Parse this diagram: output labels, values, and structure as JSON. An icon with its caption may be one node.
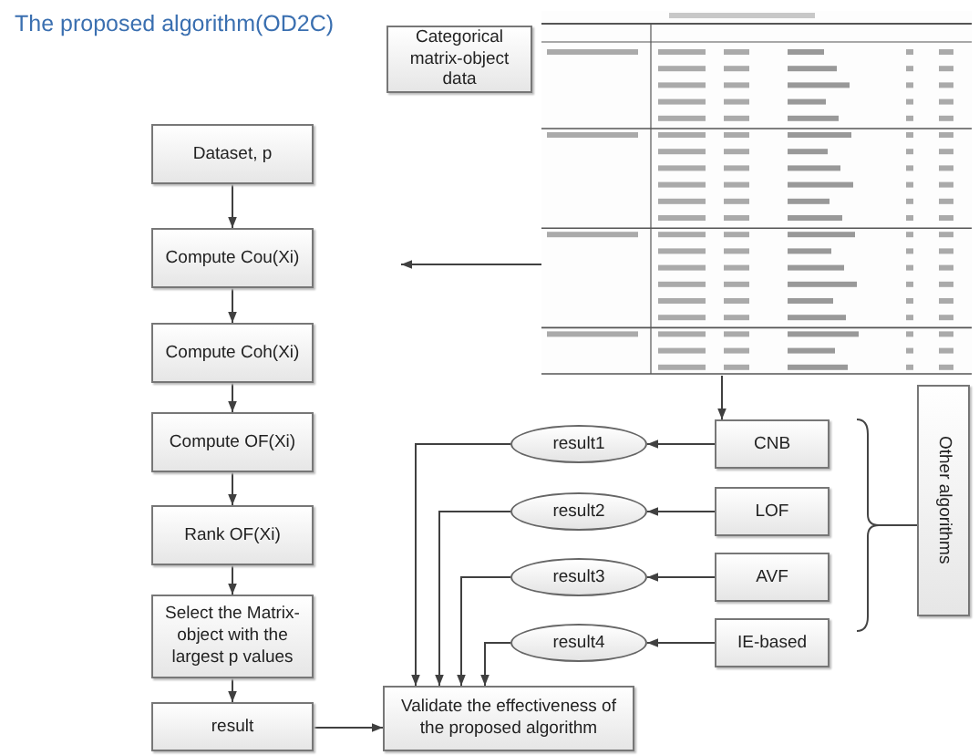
{
  "diagram": {
    "title": "The proposed algorithm(OD2C)",
    "nodes": [
      {
        "text": [
          "Categorical matrix-object data"
        ]
      },
      {
        "text": [],
        "shape": "picture"
      },
      {
        "text": [
          "Dataset, p"
        ]
      },
      {
        "text": [
          "Compute Cou(Xi)"
        ]
      },
      {
        "text": [
          "Compute Coh(Xi)"
        ]
      },
      {
        "text": [
          "Compute OF(Xi)"
        ]
      },
      {
        "text": [
          "Rank OF(Xi)"
        ]
      },
      {
        "text": [
          "Select the Matrix-object with the largest p values"
        ]
      },
      {
        "text": [
          "result1"
        ]
      },
      {
        "text": [
          "CNB"
        ]
      },
      {
        "text": [
          "result2"
        ]
      },
      {
        "text": [
          "LOF"
        ]
      },
      {
        "text": [
          "result3"
        ]
      },
      {
        "text": [
          "AVF"
        ]
      },
      {
        "text": [
          "Other algorithms"
        ]
      },
      {
        "text": [
          "result4"
        ]
      },
      {
        "text": [
          "IE-based"
        ]
      },
      {
        "text": [
          "result"
        ]
      },
      {
        "text": [
          "Validate the effectiveness of the proposed algorithm"
        ]
      }
    ],
    "edges": [
      {
        "from": 1,
        "to": null,
        "arrow": "to"
      },
      {
        "from": 1,
        "to": 9,
        "arrow": "to"
      },
      {
        "from": 2,
        "to": 3,
        "arrow": "to"
      },
      {
        "from": 3,
        "to": 4,
        "arrow": "to"
      },
      {
        "from": 4,
        "to": 5,
        "arrow": "to"
      },
      {
        "from": 5,
        "to": 6,
        "arrow": "to"
      },
      {
        "from": 6,
        "to": 7,
        "arrow": "to"
      },
      {
        "from": 7,
        "to": 17,
        "arrow": "to"
      },
      {
        "from": 9,
        "to": 8,
        "arrow": "to"
      },
      {
        "from": 11,
        "to": 10,
        "arrow": "to"
      },
      {
        "from": 13,
        "to": 12,
        "arrow": "to"
      },
      {
        "from": 16,
        "to": 15,
        "arrow": "to"
      },
      {
        "from": 8,
        "to": 18,
        "arrow": "to"
      },
      {
        "from": 10,
        "to": 18,
        "arrow": "to"
      },
      {
        "from": 12,
        "to": 18,
        "arrow": "to"
      },
      {
        "from": 15,
        "to": 18,
        "arrow": "to"
      },
      {
        "from": 17,
        "to": 18,
        "arrow": "to"
      }
    ]
  }
}
